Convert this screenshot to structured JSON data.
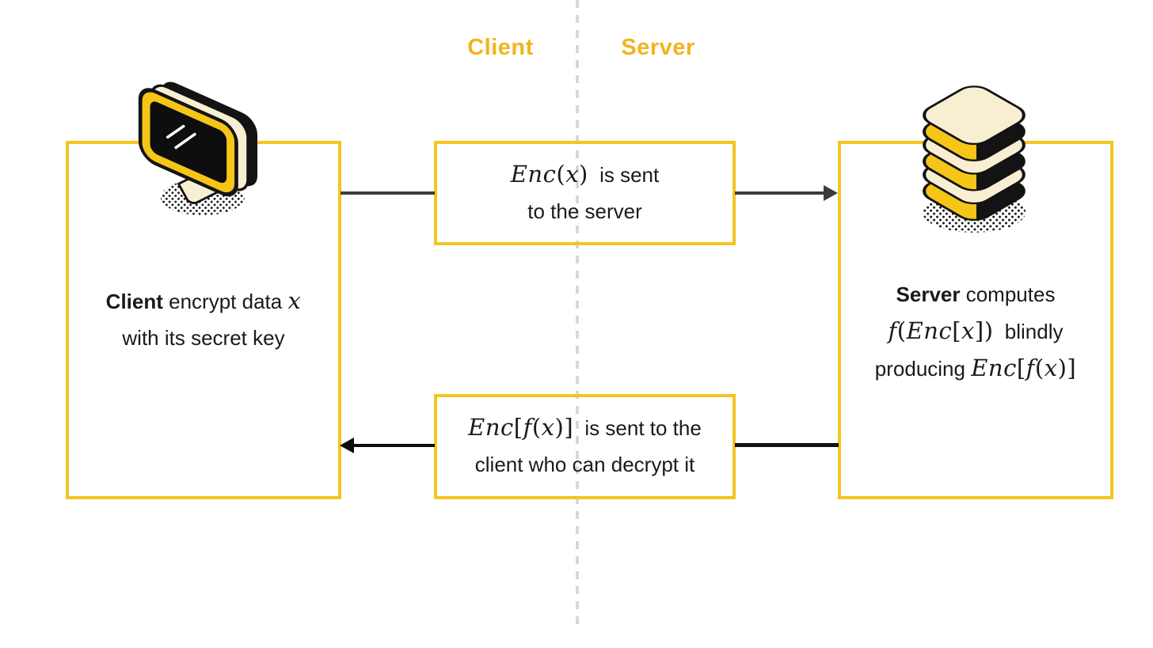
{
  "page": {
    "background": "#ffffff"
  },
  "colors": {
    "box_border_yellow": "#f5c41e",
    "heading_gold": "#f2b41d",
    "divider_gray": "#d8d8d8",
    "arrow_dark_gray": "#3c3c3c",
    "arrow_black": "#0d0d0d",
    "text_black": "#1a1a1a",
    "icon_yellow": "#f5c518",
    "icon_cream": "#f8efd3",
    "icon_black": "#131313"
  },
  "lanes": {
    "left_label": "Client",
    "right_label": "Server"
  },
  "client_box": {
    "icon": "monitor-icon",
    "line1_bold": "Client",
    "line1_rest": " encrypt data ",
    "line1_math": "x",
    "line2": "with its secret key"
  },
  "top_message_box": {
    "math": "Enc(x)",
    "line1_text": " is sent",
    "line2": "to the server"
  },
  "bottom_message_box": {
    "math": "Enc[f(x)]",
    "line1_text": " is sent to the",
    "line2": "client who can decrypt it"
  },
  "server_box": {
    "icon": "database-stack-icon",
    "line1_bold": "Server",
    "line1_rest": " computes",
    "line2_math": "f(Enc[x])",
    "line2_rest": " blindly",
    "line3_text": "producing ",
    "line3_math": "Enc[f(x)]"
  },
  "arrows": {
    "client_to_top_box": "plain-line",
    "top_box_to_server": "arrow-right",
    "server_to_bottom_box": "plain-line",
    "bottom_box_to_client": "arrow-left"
  }
}
